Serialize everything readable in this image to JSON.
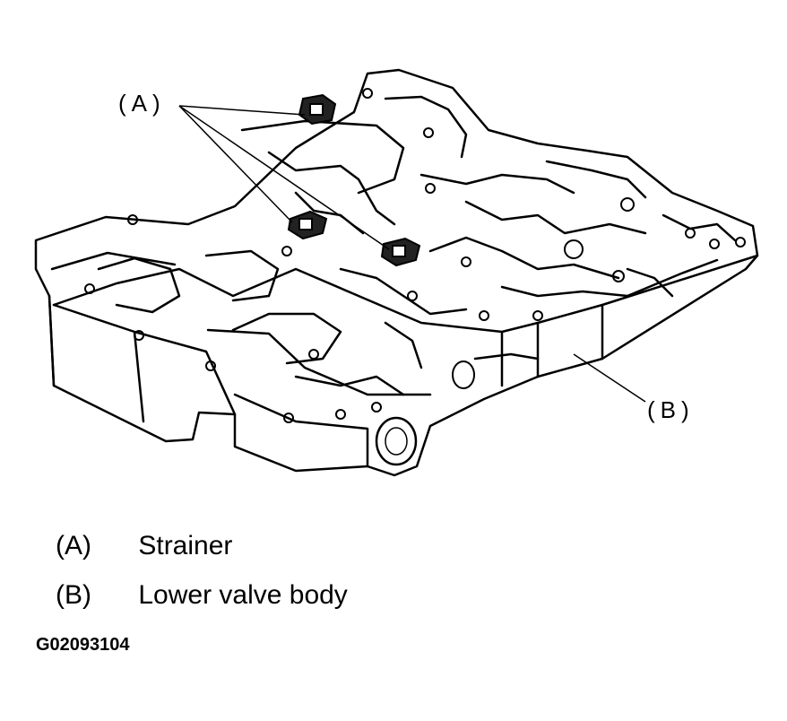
{
  "callouts": {
    "a": "(A)",
    "b": "(B)"
  },
  "legend": [
    {
      "key": "(A)",
      "label": "Strainer"
    },
    {
      "key": "(B)",
      "label": "Lower valve body"
    }
  ],
  "figure_id": "G02093104"
}
